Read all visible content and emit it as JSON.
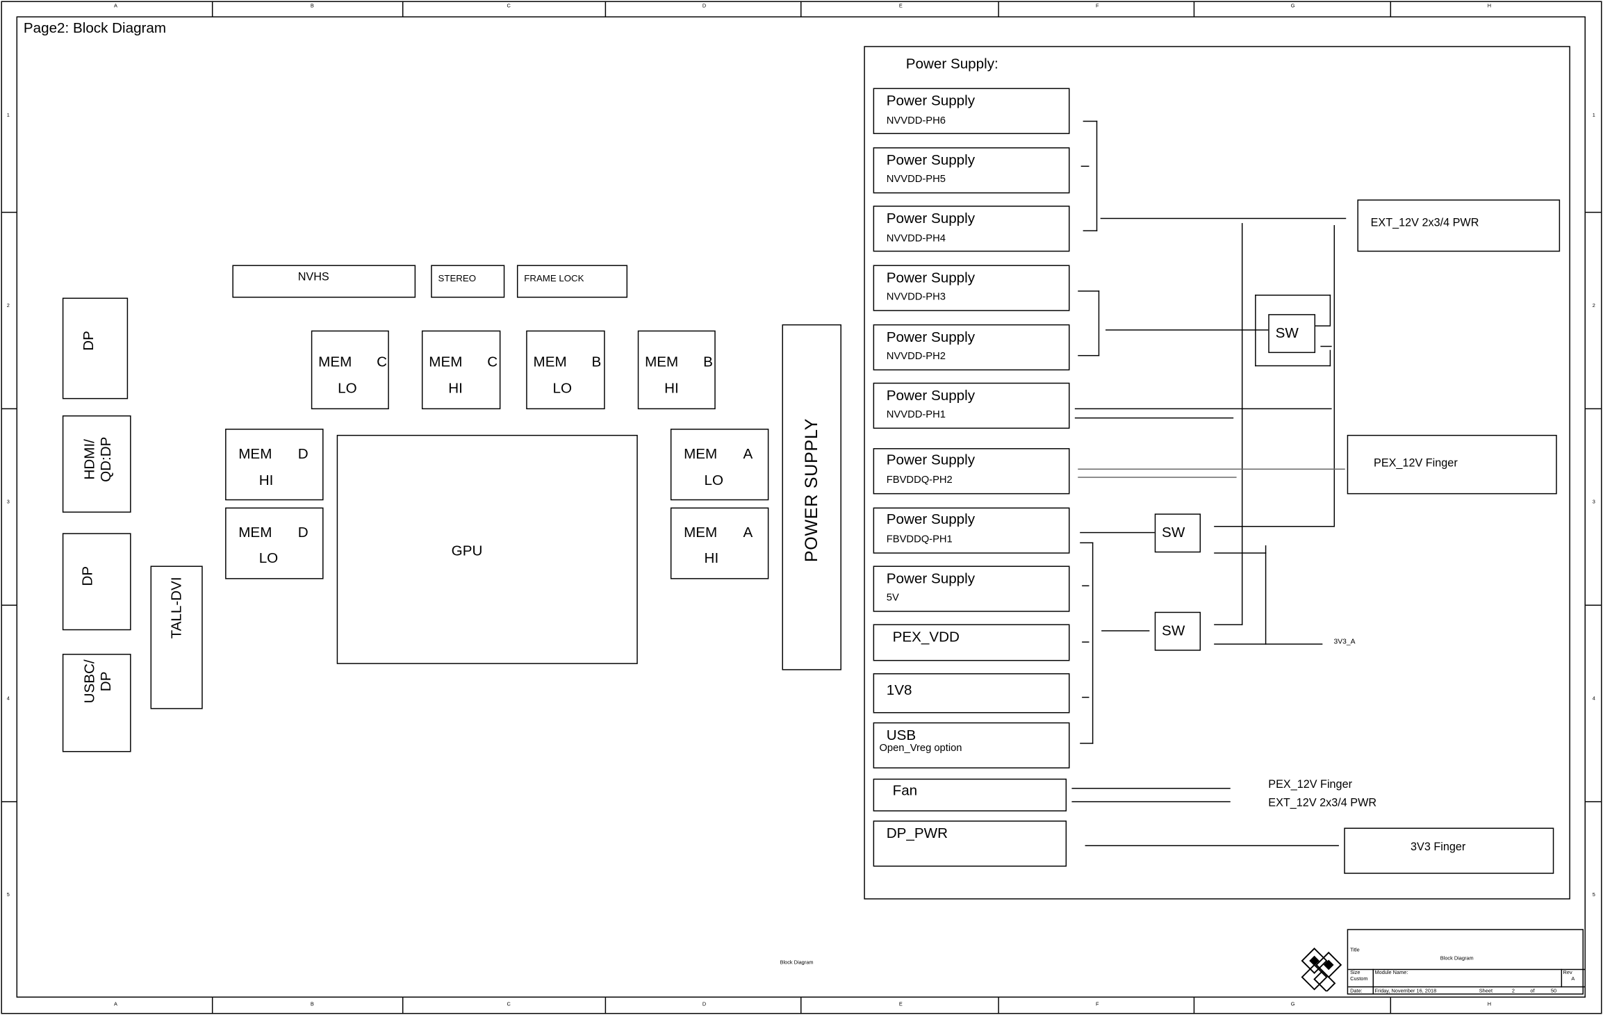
{
  "page": {
    "title": "Page2: Block Diagram",
    "footer_center": "Block Diagram"
  },
  "frame": {
    "top_zones": [
      "A",
      "B",
      "C",
      "D",
      "E",
      "F",
      "G",
      "H"
    ],
    "side_zones": [
      "1",
      "2",
      "3",
      "4",
      "5"
    ]
  },
  "left_section": {
    "nvhs": "NVHS",
    "stereo": "STEREO",
    "frame_lock": "FRAME LOCK",
    "gpu": "GPU",
    "power_supply": "POWER SUPPLY",
    "tall_dvi": "TALL-DVI",
    "connectors": [
      {
        "label": "DP"
      },
      {
        "label": "HDMI/\nQD:DP"
      },
      {
        "label": "DP"
      },
      {
        "label": "USBC/\nDP"
      }
    ],
    "memories": [
      {
        "name": "MEM",
        "channel": "C",
        "bank": "LO"
      },
      {
        "name": "MEM",
        "channel": "C",
        "bank": "HI"
      },
      {
        "name": "MEM",
        "channel": "B",
        "bank": "LO"
      },
      {
        "name": "MEM",
        "channel": "B",
        "bank": "HI"
      },
      {
        "name": "MEM",
        "channel": "D",
        "bank": "HI"
      },
      {
        "name": "MEM",
        "channel": "D",
        "bank": "LO"
      },
      {
        "name": "MEM",
        "channel": "A",
        "bank": "LO"
      },
      {
        "name": "MEM",
        "channel": "A",
        "bank": "HI"
      }
    ]
  },
  "power_section": {
    "title": "Power Supply:",
    "supplies": [
      {
        "label": "Power Supply",
        "sub": "NVVDD-PH6"
      },
      {
        "label": "Power Supply",
        "sub": "NVVDD-PH5"
      },
      {
        "label": "Power Supply",
        "sub": "NVVDD-PH4"
      },
      {
        "label": "Power Supply",
        "sub": "NVVDD-PH3"
      },
      {
        "label": "Power Supply",
        "sub": "NVVDD-PH2"
      },
      {
        "label": "Power Supply",
        "sub": "NVVDD-PH1"
      },
      {
        "label": "Power Supply",
        "sub": "FBVDDQ-PH2"
      },
      {
        "label": "Power Supply",
        "sub": "FBVDDQ-PH1"
      },
      {
        "label": "Power Supply",
        "sub": "5V"
      },
      {
        "label": "PEX_VDD",
        "sub": ""
      },
      {
        "label": "1V8",
        "sub": ""
      },
      {
        "label": "USB",
        "sub": "Open_Vreg option"
      },
      {
        "label": "Fan",
        "sub": ""
      },
      {
        "label": "DP_PWR",
        "sub": ""
      }
    ],
    "switches": [
      "SW",
      "SW",
      "SW"
    ],
    "sources": {
      "ext_12v": "EXT_12V 2x3/4 PWR",
      "pex_12v": "PEX_12V Finger",
      "finger_3v3": "3V3 Finger",
      "net_3v3_a": "3V3_A",
      "fan_src_1": "PEX_12V Finger",
      "fan_src_2": "EXT_12V 2x3/4 PWR"
    }
  },
  "title_block": {
    "title_label": "Title",
    "title": "Block Diagram",
    "size_label": "Size",
    "size": "Custom",
    "module_label": "Module Name:",
    "rev_label": "Rev",
    "rev": "A",
    "date_label": "Date:",
    "date": "Friday, November 16, 2018",
    "sheet_label": "Sheet",
    "sheet": "2",
    "of_label": "of",
    "total": "50"
  }
}
